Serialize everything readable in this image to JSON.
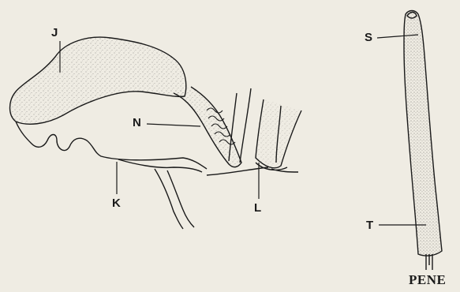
{
  "labels": {
    "j": "J",
    "n": "N",
    "k": "K",
    "l": "L",
    "s": "S",
    "t": "T"
  },
  "caption": "PENE",
  "colors": {
    "paper": "#efece3",
    "ink": "#1a1a1a"
  }
}
